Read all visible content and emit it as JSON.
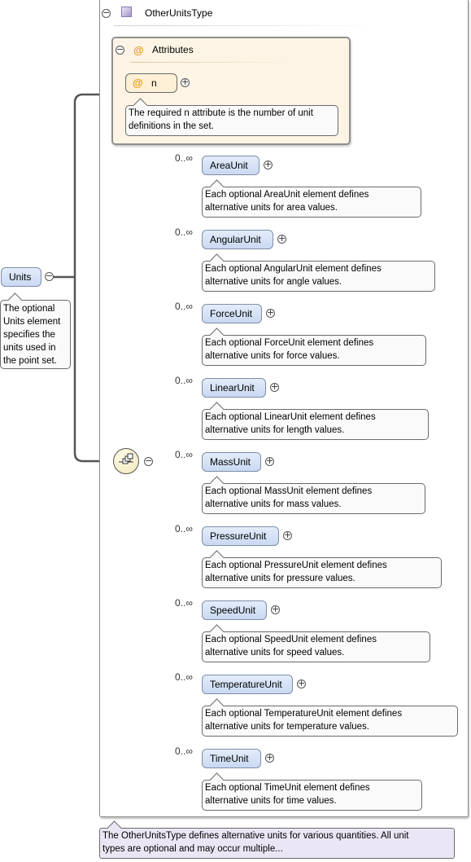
{
  "root": {
    "name": "Units",
    "doc": [
      "The optional",
      "Units element",
      "specifies the",
      "units used in",
      "the point set."
    ]
  },
  "type": {
    "name": "OtherUnitsType",
    "doc": [
      "The OtherUnitsType defines alternative units for various quantities. All unit",
      "types are optional and may occur multiple..."
    ]
  },
  "attributes": {
    "title": "Attributes",
    "at_symbol": "@",
    "attr": {
      "name": "n",
      "doc": [
        "The required n attribute is the number of unit",
        "definitions in the set."
      ]
    }
  },
  "compositor": "sequence",
  "children": [
    {
      "name": "AreaUnit",
      "occurs": "0..∞",
      "doc": [
        "Each optional AreaUnit element defines",
        "alternative units for area values."
      ]
    },
    {
      "name": "AngularUnit",
      "occurs": "0..∞",
      "doc": [
        "Each optional AngularUnit element defines",
        "alternative units for angle values."
      ]
    },
    {
      "name": "ForceUnit",
      "occurs": "0..∞",
      "doc": [
        "Each optional ForceUnit element defines",
        "alternative units for force values."
      ]
    },
    {
      "name": "LinearUnit",
      "occurs": "0..∞",
      "doc": [
        "Each optional LinearUnit element defines",
        "alternative units for length values."
      ]
    },
    {
      "name": "MassUnit",
      "occurs": "0..∞",
      "doc": [
        "Each optional MassUnit element defines",
        "alternative units for mass values."
      ]
    },
    {
      "name": "PressureUnit",
      "occurs": "0..∞",
      "doc": [
        "Each optional PressureUnit element defines",
        "alternative units for pressure values."
      ]
    },
    {
      "name": "SpeedUnit",
      "occurs": "0..∞",
      "doc": [
        "Each optional SpeedUnit element defines",
        "alternative units for speed values."
      ]
    },
    {
      "name": "TemperatureUnit",
      "occurs": "0..∞",
      "doc": [
        "Each optional TemperatureUnit element defines",
        "alternative units for temperature values."
      ]
    },
    {
      "name": "TimeUnit",
      "occurs": "0..∞",
      "doc": [
        "Each optional TimeUnit element defines",
        "alternative units for time values."
      ]
    }
  ]
}
